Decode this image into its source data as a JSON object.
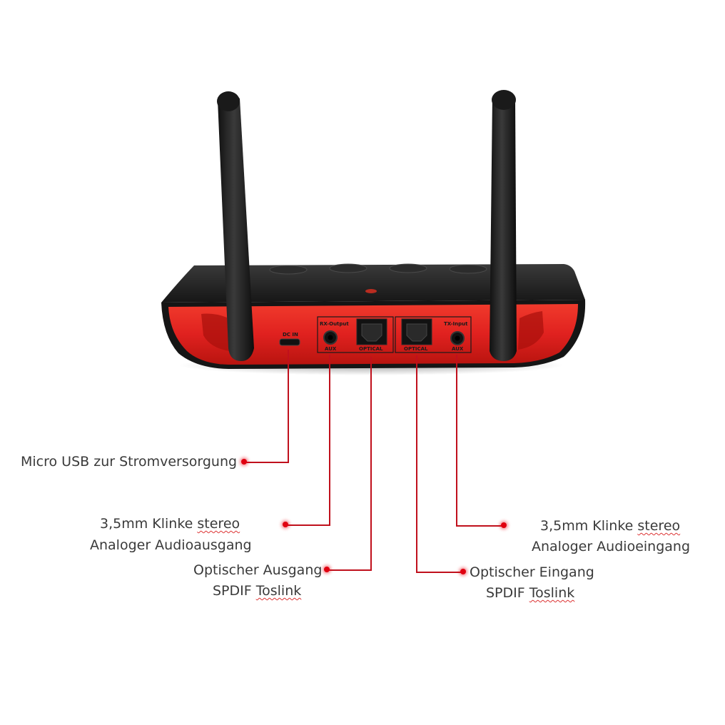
{
  "device": {
    "port_labels": {
      "dc_in": "DC IN",
      "rx_output": "RX-Output",
      "tx_input": "TX-Input",
      "aux_left": "AUX",
      "optical_left": "OPTICAL",
      "optical_right": "OPTICAL",
      "aux_right": "AUX"
    }
  },
  "callouts": {
    "micro_usb": {
      "line1": "Micro USB zur Stromversorgung"
    },
    "aux_out": {
      "line1_a": "3,5mm Klinke ",
      "line1_b": "stereo",
      "line2": "Analoger  Audioausgang"
    },
    "optical_out": {
      "line1": "Optischer Ausgang",
      "line2_a": "SPDIF ",
      "line2_b": "Toslink"
    },
    "optical_in": {
      "line1": "Optischer Eingang",
      "line2_a": "SPDIF ",
      "line2_b": "Toslink"
    },
    "aux_in": {
      "line1_a": "3,5mm Klinke ",
      "line1_b": "stereo",
      "line2": "Analoger Audioeingang"
    }
  },
  "colors": {
    "device_red": "#e0211f",
    "device_black": "#1b1b1b",
    "callout_red": "#c0101c"
  }
}
